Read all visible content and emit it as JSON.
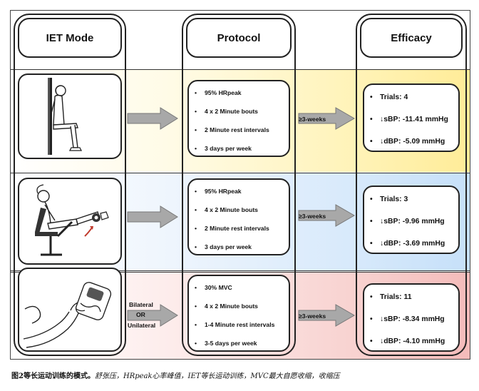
{
  "headers": {
    "mode": "IET Mode",
    "protocol": "Protocol",
    "efficacy": "Efficacy"
  },
  "rows": [
    {
      "protocol": [
        "95% HRpeak",
        "4 x 2 Minute bouts",
        "2 Minute rest intervals",
        "3 days per week"
      ],
      "duration": "≥3-weeks",
      "efficacy": [
        "Trials: 4",
        "↓sBP: -11.41 mmHg",
        "↓dBP: -5.09 mmHg"
      ]
    },
    {
      "protocol": [
        "95% HRpeak",
        "4 x 2 Minute bouts",
        "2 Minute rest intervals",
        "3 days per week"
      ],
      "duration": "≥3-weeks",
      "efficacy": [
        "Trials: 3",
        "↓sBP: -9.96 mmHg",
        "↓dBP: -3.69 mmHg"
      ]
    },
    {
      "labels": [
        "Bilateral",
        "OR",
        "Unilateral"
      ],
      "protocol": [
        "30% MVC",
        "4 x 2 Minute bouts",
        "1-4 Minute rest intervals",
        "3-5 days per week"
      ],
      "duration": "≥3-weeks",
      "efficacy": [
        "Trials: 11",
        "↓sBP:  -8.34 mmHg",
        "↓dBP:  -4.10 mmHg"
      ]
    }
  ],
  "caption": {
    "title": "图2等长运动训练的模式。",
    "body": "舒张压，HRpeak心率峰值，IET等长运动训练，MVC最大自愿收缩，收缩压"
  },
  "colors": {
    "yellow_band": "#ffec98",
    "blue_band": "#c6e0f9",
    "red_band": "#f4bbba",
    "arrow_gray": "#a8a8a8"
  },
  "icons": [
    "wall-squat-figure",
    "leg-extension-machine-figure",
    "handgrip-dynamometer-arm-figure",
    "right-arrow-icon"
  ]
}
